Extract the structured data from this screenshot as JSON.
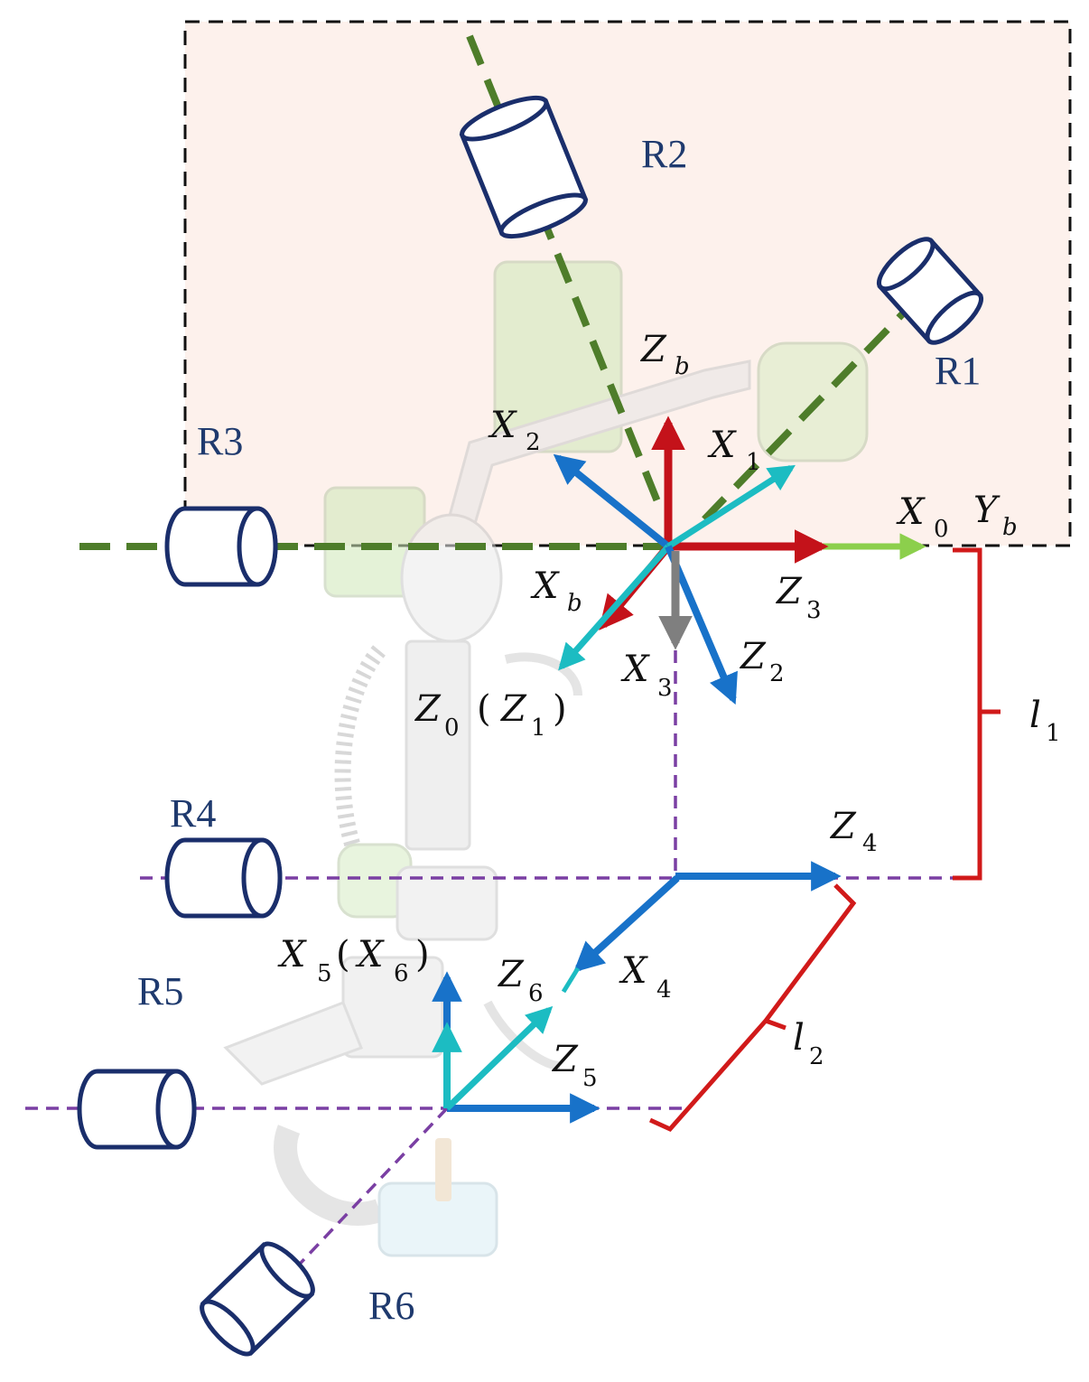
{
  "joints": {
    "r1": "R1",
    "r2": "R2",
    "r3": "R3",
    "r4": "R4",
    "r5": "R5",
    "r6": "R6"
  },
  "axes": {
    "zb": {
      "main": "Z",
      "sub": "b"
    },
    "x2": {
      "main": "X",
      "sub": "2"
    },
    "x1": {
      "main": "X",
      "sub": "1"
    },
    "x0": {
      "main": "X",
      "sub": "0"
    },
    "yb": {
      "main": "Y",
      "sub": "b"
    },
    "xb": {
      "main": "X",
      "sub": "b"
    },
    "z3": {
      "main": "Z",
      "sub": "3"
    },
    "x3": {
      "main": "X",
      "sub": "3"
    },
    "z2": {
      "main": "Z",
      "sub": "2"
    },
    "z0": {
      "main": "Z",
      "sub": "0",
      "paren_open": "(",
      "paren_main": "Z",
      "paren_sub": "1",
      "paren_close": ")"
    },
    "z4": {
      "main": "Z",
      "sub": "4"
    },
    "x4": {
      "main": "X",
      "sub": "4"
    },
    "x5": {
      "main": "X",
      "sub": "5",
      "paren_open": "(",
      "paren_main": "X",
      "paren_sub": "6",
      "paren_close": ")"
    },
    "z6": {
      "main": "Z",
      "sub": "6"
    },
    "z5": {
      "main": "Z",
      "sub": "5"
    }
  },
  "lengths": {
    "l1": {
      "main": "l",
      "sub": "1"
    },
    "l2": {
      "main": "l",
      "sub": "2"
    }
  },
  "colors": {
    "joint_outline": "#1a2e6b",
    "green_axis": "#4e7d2a",
    "purple_axis": "#7a3fa3",
    "blue_arrow": "#1872c9",
    "cyan_arrow": "#1cbcc2",
    "red_arrow": "#c4121a",
    "gray_arrow": "#7f7f7f",
    "light_green_arrow": "#8ccf4c",
    "bracket": "#d11a1a",
    "region_fill": "#fdf1ec"
  }
}
